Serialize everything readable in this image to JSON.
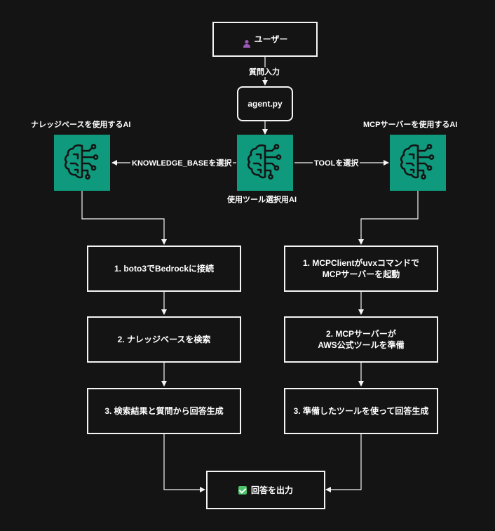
{
  "colors": {
    "background": "#141414",
    "line": "#f5f5f5",
    "ai_tile": "#0f9a7d",
    "user_icon": "#9b59b6",
    "check": "#4cc36a"
  },
  "user": {
    "icon": "user-silhouette-icon",
    "label": "ユーザー"
  },
  "edge_question_input": "質問入力",
  "agent": {
    "label": "agent.py"
  },
  "tool_selector": {
    "icon": "brain-circuit-icon",
    "caption": "使用ツール選択用AI"
  },
  "kb_ai": {
    "icon": "brain-circuit-icon",
    "title": "ナレッジベースを使用するAI"
  },
  "mcp_ai": {
    "icon": "brain-circuit-icon",
    "title": "MCPサーバーを使用するAI"
  },
  "edge_kb_select": "KNOWLEDGE_BASEを選択",
  "edge_tool_select": "TOOLを選択",
  "kb_steps": [
    "1. boto3でBedrockに接続",
    "2. ナレッジベースを検索",
    "3. 検索結果と質問から回答生成"
  ],
  "mcp_steps": [
    "1. MCPClientがuvxコマンドで\nMCPサーバーを起動",
    "2. MCPサーバーが\nAWS公式ツールを準備",
    "3. 準備したツールを使って回答生成"
  ],
  "output": {
    "icon": "check-mark-icon",
    "label": "回答を出力"
  }
}
